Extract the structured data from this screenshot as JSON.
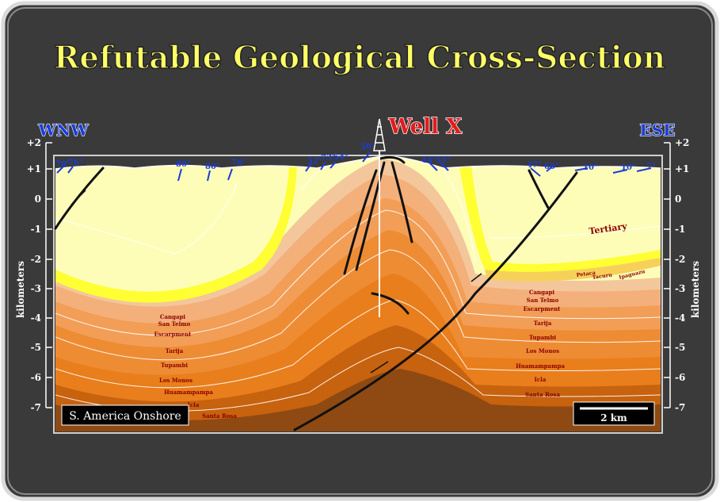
{
  "title": "Refutable Geological Cross-Section",
  "well_label": "Well X",
  "direction_left": "WNW",
  "direction_right": "ESE",
  "axis_label": "kilometers",
  "axis_ticks": [
    "+2",
    "+1",
    "0",
    "-1",
    "-2",
    "-3",
    "-4",
    "-5",
    "-6",
    "-7"
  ],
  "location_box": "S. America Onshore",
  "scale_bar": "2 km",
  "region_label": "Tertiary",
  "dips_left": [
    "70°",
    "76°",
    "80°",
    "80°",
    "76°",
    "52°",
    "73°",
    "54°",
    "50°"
  ],
  "dips_right": [
    "44°",
    "53°",
    "47°",
    "65°",
    "10°",
    "10°",
    "7°"
  ],
  "formations_left": [
    "Cangapi",
    "San Telmo",
    "Escarpment",
    "Tarija",
    "Tupambi",
    "Los Monos",
    "Huamampampa",
    "Icla",
    "Santa Rosa"
  ],
  "formations_right": [
    "Cangapi",
    "San Telmo",
    "Escarpment",
    "Tarija",
    "Tupambi",
    "Los Monos",
    "Huamampampa",
    "Icla",
    "Santa Rosa"
  ],
  "tertiary_units": [
    "Petaca",
    "Tacuru",
    "Ipaguazu"
  ],
  "colors": {
    "background": "#3a3a3a",
    "title_fill": "#ffff66",
    "well_text": "#e31b1b",
    "dip_color": "#1a3dd6",
    "formation_label": "#8b0000"
  }
}
